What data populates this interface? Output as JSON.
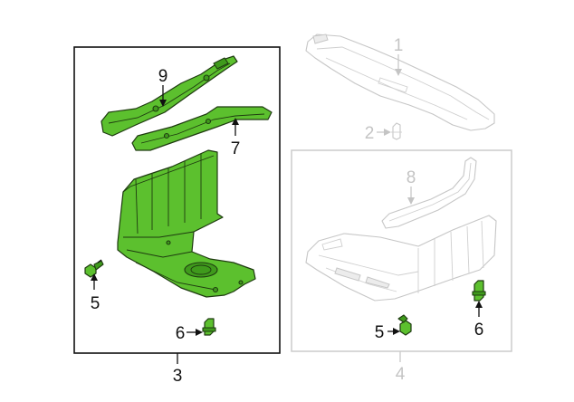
{
  "callouts": {
    "c1": "1",
    "c2": "2",
    "c3": "3",
    "c4": "4",
    "c5_left": "5",
    "c5_right": "5",
    "c6_left": "6",
    "c6_right": "6",
    "c7": "7",
    "c8": "8",
    "c9": "9"
  },
  "colors": {
    "highlight_parts": "#5cc02e",
    "highlight_box_border": "#111111",
    "faded_parts": "#c6c6c6"
  }
}
